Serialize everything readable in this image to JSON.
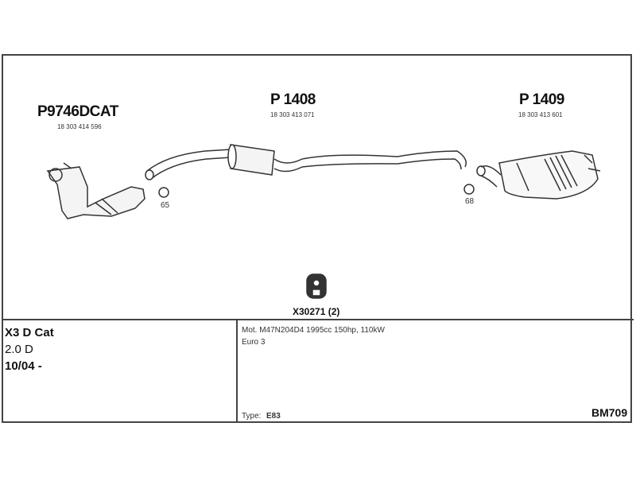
{
  "parts": [
    {
      "part_no": "P9746DCAT",
      "oe_no": "18 303 414 596"
    },
    {
      "part_no": "P 1408",
      "oe_no": "18 303 413 071"
    },
    {
      "part_no": "P 1409",
      "oe_no": "18 303 413 601"
    }
  ],
  "clamps": [
    {
      "label": "65"
    },
    {
      "label": "68"
    }
  ],
  "mount": {
    "label": "X30271 (2)"
  },
  "vehicle": {
    "model": "X3 D Cat",
    "engine": "2.0 D",
    "date": "10/04 -"
  },
  "details": {
    "motor": "Mot. M47N204D4 1995cc 150hp, 110kW",
    "emission": "Euro 3",
    "type_label": "Type:",
    "type_value": "E83",
    "code": "BM709"
  }
}
